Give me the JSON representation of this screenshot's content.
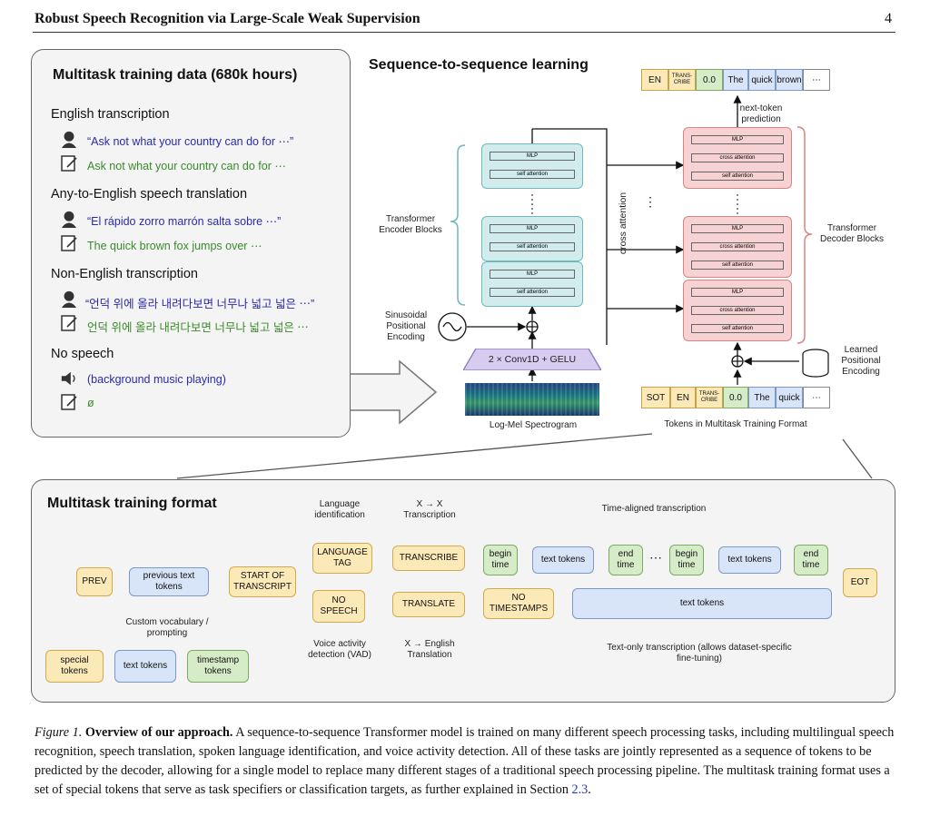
{
  "header": {
    "title": "Robust Speech Recognition via Large-Scale Weak Supervision",
    "page": "4"
  },
  "data_panel": {
    "title": "Multitask training data (680k hours)",
    "categories": [
      {
        "label": "English transcription",
        "audio": "“Ask not what your country can do for ⋯”",
        "text": "Ask not what your country can do for ⋯"
      },
      {
        "label": "Any-to-English speech translation",
        "audio": "“El rápido zorro marrón salta sobre ⋯”",
        "text": "The quick brown fox jumps over ⋯"
      },
      {
        "label": "Non-English transcription",
        "audio": "“언덕 위에 올라 내려다보면 너무나 넓고 넓은 ⋯”",
        "text": "언덕 위에 올라 내려다보면 너무나 넓고 넓은 ⋯"
      },
      {
        "label": "No speech",
        "audio": "(background music playing)",
        "text": "ø"
      }
    ]
  },
  "seq2seq": {
    "title": "Sequence-to-sequence learning",
    "output_tokens": [
      "EN",
      "TRANS-CRIBE",
      "0.0",
      "The",
      "quick",
      "brown",
      "⋯"
    ],
    "next_token_label": "next-token prediction",
    "encoder_label": "Transformer Encoder Blocks",
    "decoder_label": "Transformer Decoder Blocks",
    "mlp": "MLP",
    "self_attention": "self attention",
    "cross_attention": "cross attention",
    "cross_attention_vertical": "cross attention",
    "sinusoidal_label": "Sinusoidal Positional Encoding",
    "conv_label": "2 × Conv1D + GELU",
    "spectrogram_label": "Log-Mel Spectrogram",
    "learned_label": "Learned Positional Encoding",
    "input_tokens": [
      "SOT",
      "EN",
      "TRANS-CRIBE",
      "0.0",
      "The",
      "quick",
      "⋯"
    ],
    "input_tokens_label": "Tokens in Multitask Training Format",
    "ellipsis": "⋮"
  },
  "format_panel": {
    "title": "Multitask training format",
    "prev": "PREV",
    "previous_text_tokens": "previous text tokens",
    "custom_vocab": "Custom vocabulary / prompting",
    "start_of_transcript": "START OF TRANSCRIPT",
    "language_tag": "LANGUAGE TAG",
    "language_identification": "Language identification",
    "no_speech": "NO SPEECH",
    "vad": "Voice activity detection (VAD)",
    "transcribe": "TRANSCRIBE",
    "xx_transcription": "X → X Transcription",
    "translate": "TRANSLATE",
    "x_english": "X → English Translation",
    "time_aligned": "Time-aligned transcription",
    "begin_time": "begin time",
    "text_tokens": "text tokens",
    "end_time": "end time",
    "dots": "⋯",
    "no_timestamps": "NO TIMESTAMPS",
    "text_only": "Text-only transcription (allows dataset-specific fine-tuning)",
    "eot": "EOT",
    "legend": [
      "special tokens",
      "text tokens",
      "timestamp tokens"
    ]
  },
  "caption": {
    "fig": "Figure 1.",
    "bold": "Overview of our approach.",
    "body": "A sequence-to-sequence Transformer model is trained on many different speech processing tasks, including multilingual speech recognition, speech translation, spoken language identification, and voice activity detection. All of these tasks are jointly represented as a sequence of tokens to be predicted by the decoder, allowing for a single model to replace many different stages of a traditional speech processing pipeline. The multitask training format uses a set of special tokens that serve as task specifiers or classification targets, as further explained in Section",
    "section_link": "2.3",
    "end": "."
  },
  "colors": {
    "special": "#fce9b8",
    "text": "#d8e4f7",
    "timestamp": "#d6ecc8",
    "encoder": "#d2ecee",
    "decoder": "#f6d2d2",
    "bracket_red": "#e04a4a"
  }
}
